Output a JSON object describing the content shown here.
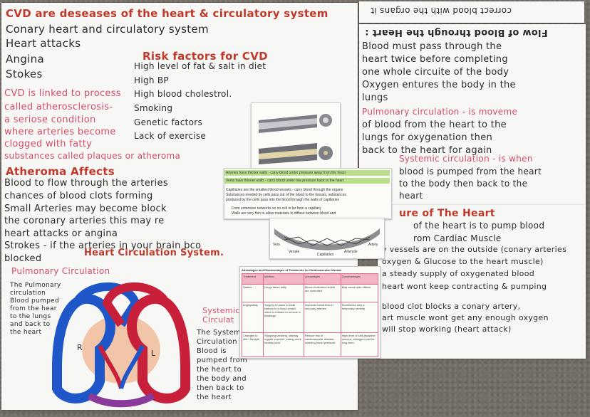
{
  "left_sheet": {
    "title": "CVD are deseases of the heart & circulatory system",
    "lines": [
      "Conary heart and circulatory system",
      "Heart attacks",
      "Angina",
      "Stokes"
    ],
    "cvd_linked": [
      "CVD is linked to process",
      "called atherosclerosis-",
      "a seriose condition",
      "where arteries become",
      "clogged with fatty",
      "substances called plaques or atheroma"
    ],
    "risk_title": "Risk factors for CVD",
    "risk_items": [
      "High level of fat & salt in diet",
      "High BP",
      "High blood cholestrol.",
      "Smoking",
      "Genetic factors",
      "Lack of exercise"
    ],
    "atheroma_title": "Atheroma Affects",
    "atheroma_lines": [
      "Blood to flow through the arteries",
      "chances of blood clots forming",
      "Small Arteries may become block",
      "the coronary arteries this may re",
      "heart attacks or angina",
      "Strokes - if the arteries in your brain bco",
      "blocked"
    ],
    "heart_circ_title": "Heart Circulation System.",
    "pulmonary_label": "Pulmonary Circulation",
    "pulmonary_note": [
      "The Pulmonary",
      "circulation",
      "Blood pumped",
      "from the hear",
      "to the lungs",
      "and back to",
      "the heart"
    ],
    "systemic_label": [
      "Systemic",
      "Circulat"
    ],
    "systemic_note": [
      "The System",
      "Circulation",
      "Blood is",
      "pumped from",
      "the heart to",
      "the body and",
      "then back to",
      "the heart"
    ],
    "heart_R": "R",
    "heart_L": "L"
  },
  "right_sheet": {
    "flow_title": "Flow of Blood through the Heart :",
    "upside_text": "correct blood with the organs it",
    "lines": [
      "Blood must pass through the",
      "heart twice before completing",
      "one whole circuite of the body",
      "Oxygen entures the body in the",
      "lungs"
    ],
    "pulmonary_def": [
      "Pulmonary circulation - is moveme",
      "of blood from the heart to the",
      "lungs for oxygenation then",
      "back to the heart for again"
    ],
    "systemic_def": [
      "Systemic circulation - is when",
      "blood is pumped from the heart",
      "to the body then back to the",
      "heart"
    ],
    "structure_title": "ure of The Heart",
    "structure_lines": [
      "of the heart is to pump blood",
      "rom Cardiac Muscle",
      "y vessels are on the outside (conary arteries",
      "oxygen & Glucose to the heart muscle)",
      "a steady supply of oxygenated blood",
      "heart wont keep contracting & pumping",
      "blood clot blocks a conary artery,",
      "art muscle wont get any enough oxygen",
      "will stop working (heart attack)"
    ]
  },
  "vessels_card": {
    "arteries": "Arteries have thicker walls - carry blood under pressure away from the heart",
    "veins": "Veins have thinner walls - carry blood under low pressure back to the heart",
    "capillaries": [
      "Capillaries are the smallest blood vessels - carry blood through the organs",
      "Substances needed by cells pass out of the blood to the tissues, substances",
      "produced by the cells pass into the blood through the walls of capillaries"
    ],
    "bullets": [
      "Form extensive networks so no cell is far from a capillary",
      "Walls are very thin to allow materials to diffuse between blood and"
    ],
    "labels": {
      "vein": "Vein",
      "venule": "Venule",
      "capillaries": "Capillaries",
      "arteriole": "Arteriole",
      "artery": "Artery"
    }
  },
  "treatments_card": {
    "title": "Advantages and Disadvantages of Treatments for Cardiovascular Disease",
    "headers": [
      "Treatment",
      "Method",
      "Advantages",
      "Disadvantages"
    ],
    "rows": [
      [
        "Statins",
        "Drugs taken daily",
        "Blood cholesterol levels are controlled",
        "May cause side effects"
      ],
      [
        "Angioplasty",
        "Surgery to place a small balloon in a blood vessel, which is inflated to remove a blockage",
        "Improves blood flow in coronary arteries",
        "Sometimes only a temporary remedy"
      ],
      [
        "Changes to diet / lifestyle",
        "Stopping smoking, starting regular exercise, eating more healthy food",
        "Reduce risk of cardiovascular disease, lowering blood pressure",
        "High level of self-discipline needed, changes must be long-term"
      ]
    ]
  },
  "colors": {
    "ink_red": "#c0392b",
    "artery_red": "#c8203a",
    "vein_blue": "#1f57c8",
    "highlighter_green": "#b8e08a"
  }
}
